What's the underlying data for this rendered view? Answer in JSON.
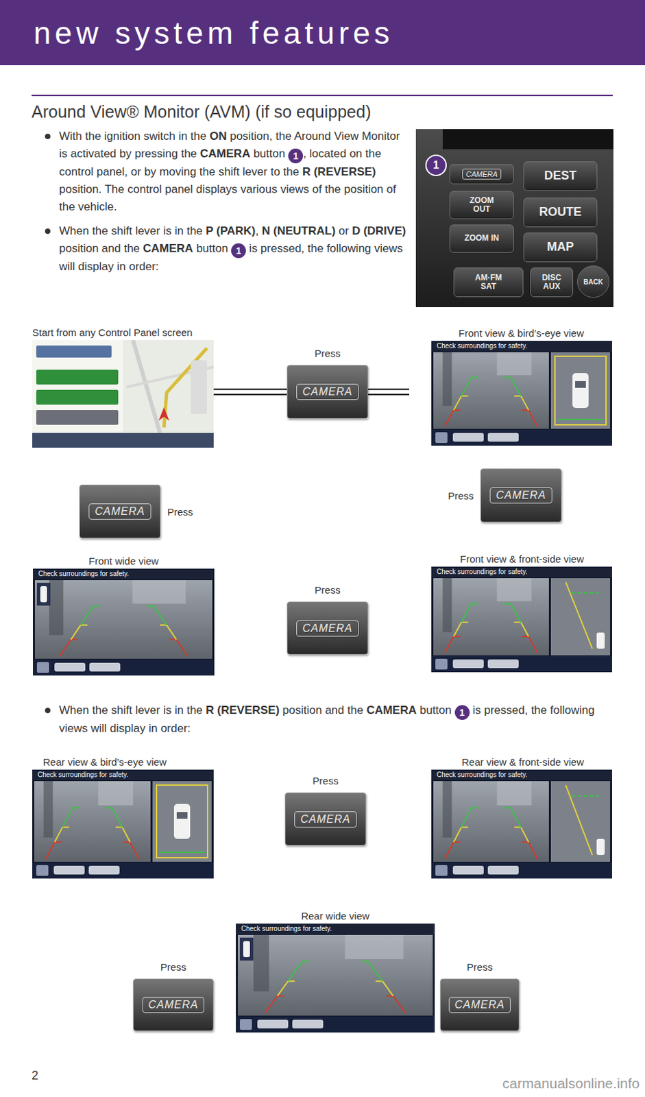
{
  "diagram": {
    "title": "new system features",
    "nodes": [
      {
        "text": [
          "Start from any Control Panel screen"
        ]
      },
      {
        "text": [
          "Press",
          "CAMERA"
        ]
      },
      {
        "text": [
          "Front view & bird’s-eye view"
        ]
      },
      {
        "text": [
          "Press",
          "CAMERA"
        ]
      },
      {
        "text": [
          "Front view & front-side view"
        ]
      },
      {
        "text": [
          "Press",
          "CAMERA"
        ]
      },
      {
        "text": [
          "Front wide view"
        ]
      },
      {
        "text": [
          "Press",
          "CAMERA"
        ]
      },
      {
        "text": [
          "Rear view & bird’s-eye view"
        ]
      },
      {
        "text": [
          "Press",
          "CAMERA"
        ]
      },
      {
        "text": [
          "Rear view & front-side view"
        ]
      },
      {
        "text": [
          "Press",
          "CAMERA"
        ]
      },
      {
        "text": [
          "Rear wide view"
        ]
      },
      {
        "text": [
          "Press",
          "CAMERA"
        ]
      }
    ],
    "edges": [
      {
        "from": 0,
        "to": 1,
        "arrow": "none"
      },
      {
        "from": 1,
        "to": 2,
        "arrow": "to"
      },
      {
        "from": 2,
        "to": 3,
        "arrow": "none"
      },
      {
        "from": 3,
        "to": 4,
        "arrow": "to"
      },
      {
        "from": 4,
        "to": 5,
        "arrow": "none"
      },
      {
        "from": 5,
        "to": 6,
        "arrow": "to"
      },
      {
        "from": 6,
        "to": 7,
        "arrow": "none"
      },
      {
        "from": 7,
        "to": 0,
        "arrow": "to"
      },
      {
        "from": 8,
        "to": 9,
        "arrow": "none"
      },
      {
        "from": 9,
        "to": 10,
        "arrow": "to"
      },
      {
        "from": 10,
        "to": 11,
        "arrow": "none"
      },
      {
        "from": 11,
        "to": 12,
        "arrow": "none"
      },
      {
        "from": 12,
        "to": 13,
        "arrow": "none"
      },
      {
        "from": 13,
        "to": 8,
        "arrow": "to"
      }
    ],
    "labels": [
      "Around View® Monitor (AVM) (if so equipped)",
      "With the ignition switch in the",
      "ON",
      "position, the Around View Monitor is activated by pressing the",
      "CAMERA",
      "button",
      "1",
      ", located on the control panel, or by moving the shift lever to the",
      "R (REVERSE)",
      "position. The control panel displays various views of the position of the vehicle.",
      "When the shift lever is in the",
      "P (PARK)",
      ",",
      "N (NEUTRAL)",
      "or",
      "D (DRIVE)",
      "position and the",
      "CAMERA",
      "button",
      "1",
      "is pressed, the following views will display in order:",
      "When the shift lever is in the",
      "R (REVERSE)",
      "position and the",
      "CAMERA",
      "button",
      "1",
      "is pressed, the following views will display in order:",
      "1",
      "CAMERA",
      "DEST",
      "ZOOM OUT",
      "ROUTE",
      "ZOOM IN",
      "MAP",
      "AM·FM SAT",
      "DISC AUX",
      "BACK",
      "Check surroundings for safety.",
      "Check surroundings for safety.",
      "Check surroundings for safety.",
      "Check surroundings for safety.",
      "Check surroundings for safety.",
      "Check surroundings for safety.",
      "2",
      "carmanualsonline.info"
    ]
  }
}
